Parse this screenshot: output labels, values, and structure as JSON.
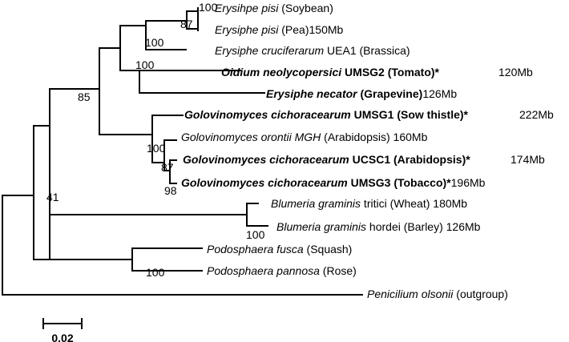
{
  "taxa": [
    {
      "id": "t1",
      "parts": [
        {
          "text": "Erysihpe pisi",
          "style": "it"
        },
        {
          "text": " (Soybean)",
          "style": ""
        }
      ],
      "size": ""
    },
    {
      "id": "t2",
      "parts": [
        {
          "text": "Erysiphe pisi",
          "style": "it"
        },
        {
          "text": " (Pea)",
          "style": ""
        }
      ],
      "size": "150Mb"
    },
    {
      "id": "t3",
      "parts": [
        {
          "text": "Erysiphe cruciferarum",
          "style": "it"
        },
        {
          "text": " UEA1 (Brassica)",
          "style": ""
        }
      ],
      "size": ""
    },
    {
      "id": "t4",
      "parts": [
        {
          "text": "Oidium neolycopersici",
          "style": "b it"
        },
        {
          "text": "  UMSG2 (Tomato)*",
          "style": "b"
        }
      ],
      "size": "120Mb"
    },
    {
      "id": "t5",
      "parts": [
        {
          "text": "Erysiphe necator",
          "style": "b it"
        },
        {
          "text": " (Grapevine)",
          "style": "b"
        }
      ],
      "size": "126Mb"
    },
    {
      "id": "t6",
      "parts": [
        {
          "text": "Golovinomyces cichoracearum",
          "style": "b it"
        },
        {
          "text": " UMSG1 (Sow thistle)*",
          "style": "b"
        }
      ],
      "size": "222Mb"
    },
    {
      "id": "t7",
      "parts": [
        {
          "text": "Golovinomyces orontii MGH",
          "style": "it"
        },
        {
          "text": " (Arabidopsis)",
          "style": ""
        }
      ],
      "size": "160Mb"
    },
    {
      "id": "t8",
      "parts": [
        {
          "text": "Golovinomyces cichoracearum",
          "style": "b it"
        },
        {
          "text": " UCSC1 (Arabidopsis)*",
          "style": "b"
        }
      ],
      "size": "174Mb"
    },
    {
      "id": "t9",
      "parts": [
        {
          "text": "Golovinomyces cichoracearum",
          "style": "b it"
        },
        {
          "text": " UMSG3 (Tobacco)*",
          "style": "b"
        }
      ],
      "size": "196Mb"
    },
    {
      "id": "t10",
      "parts": [
        {
          "text": "Blumeria graminis",
          "style": "it"
        },
        {
          "text": " tritici (Wheat)",
          "style": ""
        }
      ],
      "size": "180Mb"
    },
    {
      "id": "t11",
      "parts": [
        {
          "text": "Blumeria graminis",
          "style": "it"
        },
        {
          "text": " hordei (Barley)",
          "style": ""
        }
      ],
      "size": "126Mb"
    },
    {
      "id": "t12",
      "parts": [
        {
          "text": "Podosphaera fusca",
          "style": "it"
        },
        {
          "text": " (Squash)",
          "style": ""
        }
      ],
      "size": ""
    },
    {
      "id": "t13",
      "parts": [
        {
          "text": "Podosphaera pannosa",
          "style": "it"
        },
        {
          "text": " (Rose)",
          "style": ""
        }
      ],
      "size": ""
    },
    {
      "id": "t14",
      "parts": [
        {
          "text": "Penicilium olsonii",
          "style": "it"
        },
        {
          "text": " (outgroup)",
          "style": ""
        }
      ],
      "size": ""
    }
  ],
  "bootstrap": [
    {
      "node": "n_pisi",
      "value": "100"
    },
    {
      "node": "n_pisi_cruc",
      "value": "87"
    },
    {
      "node": "n_erys",
      "value": "100"
    },
    {
      "node": "n_erys_nec",
      "value": "100"
    },
    {
      "node": "n_golo",
      "value": "100"
    },
    {
      "node": "n_golo_a",
      "value": "87"
    },
    {
      "node": "n_golo_b",
      "value": "98"
    },
    {
      "node": "n_ery_golo",
      "value": "85"
    },
    {
      "node": "n_blum",
      "value": "100"
    },
    {
      "node": "n_podo",
      "value": "100"
    },
    {
      "node": "n_ingroup",
      "value": "41"
    }
  ],
  "scale_bar": {
    "label": "0.02"
  }
}
